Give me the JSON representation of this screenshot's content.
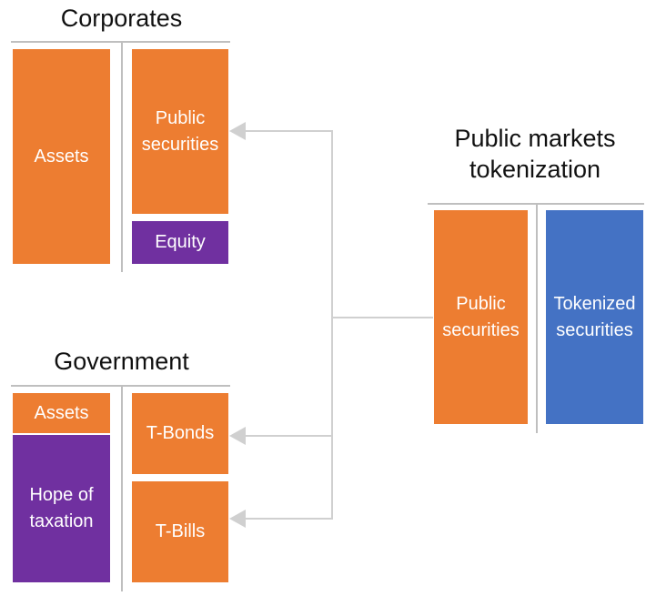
{
  "corporates": {
    "title": "Corporates",
    "assets": "Assets",
    "public_securities": "Public\nsecurities",
    "equity": "Equity"
  },
  "government": {
    "title": "Government",
    "assets": "Assets",
    "hope_of_taxation": "Hope of\ntaxation",
    "t_bonds": "T-Bonds",
    "t_bills": "T-Bills"
  },
  "tokenization": {
    "title": "Public markets\ntokenization",
    "public_securities": "Public\nsecurities",
    "tokenized_securities": "Tokenized\nsecurities"
  },
  "colors": {
    "orange": "#ED7D31",
    "purple": "#7030A0",
    "blue": "#4472C4",
    "line": "#bfbfbf"
  }
}
